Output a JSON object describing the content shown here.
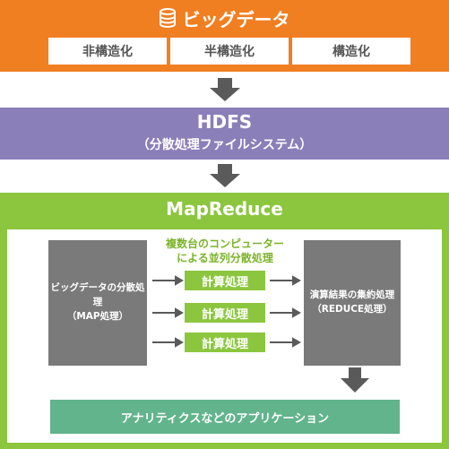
{
  "bigdata": {
    "title": "ビッグデータ",
    "icon": "database-icon",
    "categories": [
      "非構造化",
      "半構造化",
      "構造化"
    ]
  },
  "hdfs": {
    "title": "HDFS",
    "subtitle": "（分散処理ファイルシステム）"
  },
  "mapreduce": {
    "title": "MapReduce",
    "split_label_line1": "ビッグデータの分散処理",
    "split_label_line2": "（MAP処理）",
    "dist_label_line1": "複数台のコンピューター",
    "dist_label_line2": "による並列分散処理",
    "calc_labels": [
      "計算処理",
      "計算処理",
      "計算処理"
    ],
    "reduce_label_line1": "演算結果の集約処理",
    "reduce_label_line2": "（REDUCE処理）"
  },
  "apps": {
    "label": "アナリティクスなどのアプリケーション"
  },
  "colors": {
    "bigdata": "#f07f22",
    "hdfs": "#8b7fb9",
    "mapreduce": "#8cc63f",
    "grey_box": "#7a7a7a",
    "apps": "#62b48c",
    "arrow": "#5a5a5a"
  }
}
